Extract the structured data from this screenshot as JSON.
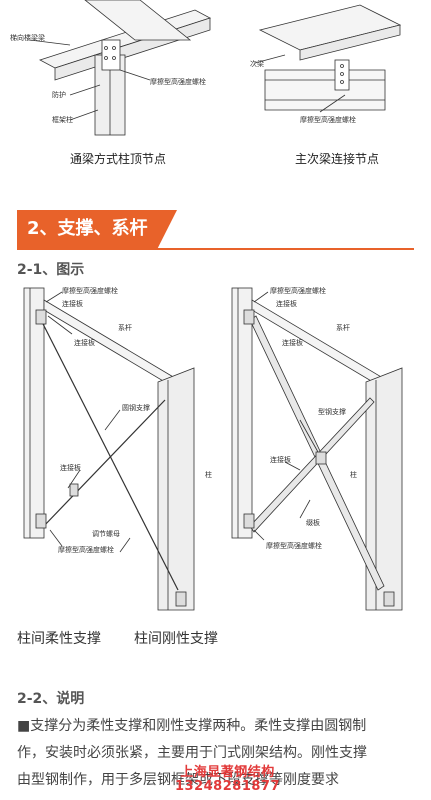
{
  "top_figures": {
    "left": {
      "caption": "通梁方式柱顶节点",
      "labels": [
        "梯向楼梁梁",
        "防护",
        "框架柱",
        "摩擦型高强度螺栓"
      ]
    },
    "right": {
      "caption": "主次梁连接节点",
      "labels": [
        "次梁",
        "摩擦型高强度螺栓"
      ]
    }
  },
  "section": {
    "title": "2、支撑、系杆"
  },
  "sub1": {
    "title": "2-1、图示"
  },
  "brace_figure": {
    "left_labels": {
      "bolt_top": "摩擦型高强度螺栓",
      "plate_top": "连接板",
      "tie": "系杆",
      "round_brace": "圆钢支撑",
      "plate_mid": "连接板",
      "column": "柱",
      "turnbuckle": "调节螺母",
      "bolt_bottom": "摩擦型高强度螺栓"
    },
    "right_labels": {
      "bolt_top": "摩擦型高强度螺栓",
      "plate_top": "连接板",
      "tie": "系杆",
      "section_brace": "型钢支撑",
      "plate_mid": "连接板",
      "column": "柱",
      "gusset": "缀板",
      "bolt_bottom": "摩擦型高强度螺栓"
    }
  },
  "captions": {
    "left": "柱间柔性支撑",
    "right": "柱间刚性支撑"
  },
  "sub2": {
    "title": "2-2、说明"
  },
  "paragraph": {
    "lines": [
      "■支撑分为柔性支撑和刚性支撑两种。柔性支撑由圆钢制",
      "作，安装时必须张紧，主要用于门式刚架结构。刚性支撑",
      "由型钢制作，用于多层钢框架或下段支撑等刚度要求"
    ]
  },
  "watermark": {
    "line1": "上海显著钢结构",
    "line2": "13248281877"
  }
}
